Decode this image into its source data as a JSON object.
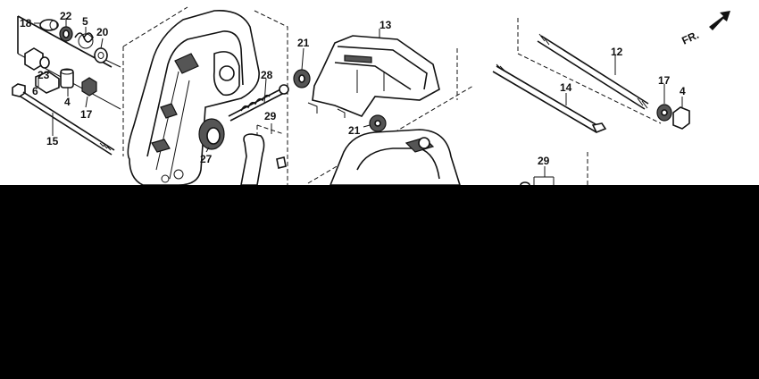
{
  "orientation_label": "FR.",
  "callouts": {
    "c18": "18",
    "c22": "22",
    "c5": "5",
    "c20": "20",
    "c23": "23",
    "c6": "6",
    "c4a": "4",
    "c17a": "17",
    "c15": "15",
    "c27": "27",
    "c28": "28",
    "c29a": "29",
    "c21a": "21",
    "c21b": "21",
    "c13": "13",
    "c12": "12",
    "c14": "14",
    "c17b": "17",
    "c4b": "4",
    "c29b": "29"
  },
  "colors": {
    "line": "#111111",
    "paper": "#ffffff",
    "mask": "#000000"
  }
}
